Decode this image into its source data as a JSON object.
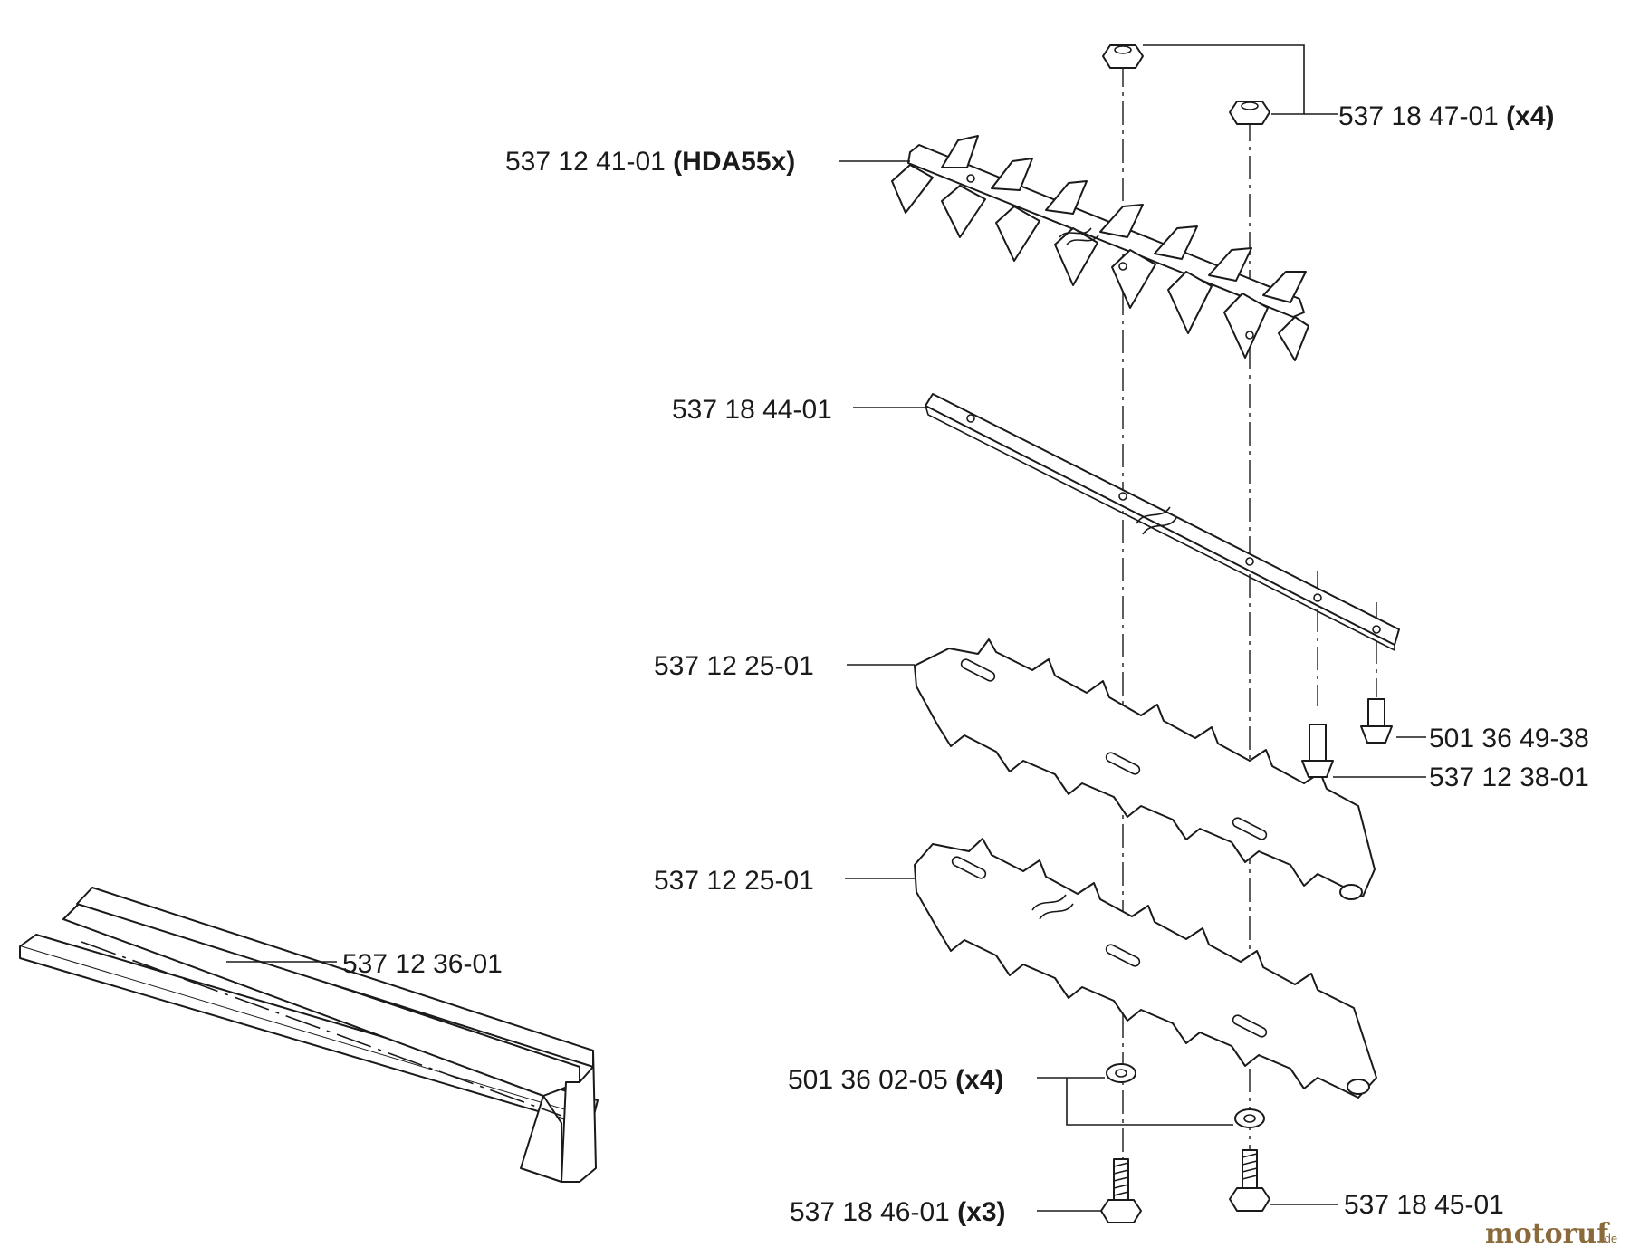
{
  "callouts": {
    "nut": {
      "number": "537 18 47-01",
      "qty": "(x4)"
    },
    "upper_blade": {
      "number": "537 12 41-01",
      "qty": "(HDA55x)"
    },
    "guide_bar": {
      "number": "537 18 44-01",
      "qty": ""
    },
    "cutter_1": {
      "number": "537 12 25-01",
      "qty": ""
    },
    "screw_a": {
      "number": "501 36 49-38",
      "qty": ""
    },
    "screw_b": {
      "number": "537 12 38-01",
      "qty": ""
    },
    "cutter_2": {
      "number": "537 12 25-01",
      "qty": ""
    },
    "guard": {
      "number": "537 12 36-01",
      "qty": ""
    },
    "washer": {
      "number": "501 36 02-05",
      "qty": "(x4)"
    },
    "bolt_left": {
      "number": "537 18 46-01",
      "qty": "(x3)"
    },
    "bolt_right": {
      "number": "537 18 45-01",
      "qty": ""
    }
  },
  "watermark": {
    "text": "motoruf",
    "suffix": ".de",
    "color": "#8a6a3a"
  }
}
